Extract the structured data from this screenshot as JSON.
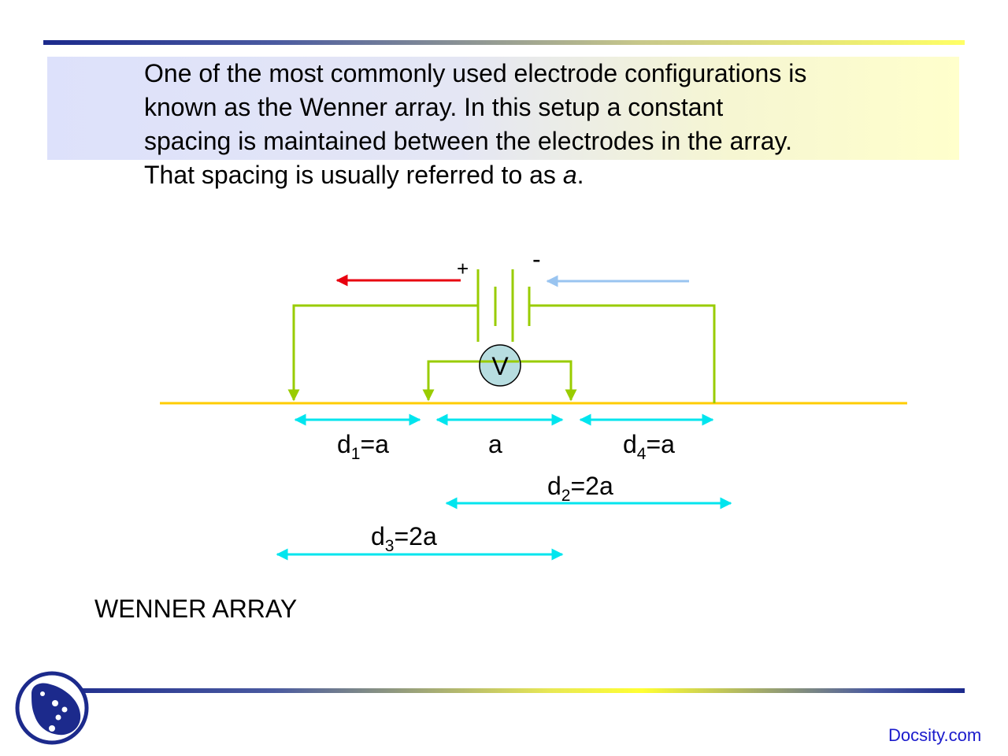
{
  "slide": {
    "body_line_1": "One of the most commonly used electrode configurations is",
    "body_line_2": "known as the Wenner array. In this setup a constant",
    "body_line_3": "spacing is maintained between the electrodes in the array.",
    "body_line_4_prefix": "That spacing is usually referred to as ",
    "body_line_4_italic": "a",
    "body_line_4_suffix": ".",
    "caption": "WENNER ARRAY"
  },
  "diagram": {
    "battery_plus": "+",
    "battery_minus": "-",
    "voltmeter_label": "V",
    "spacing_labels": {
      "d1_base": "d",
      "d1_sub": "1",
      "d1_tail": "=a",
      "center": "a",
      "d4_base": "d",
      "d4_sub": "4",
      "d4_tail": "=a",
      "d2_base": "d",
      "d2_sub": "2",
      "d2_tail": "=2a",
      "d3_base": "d",
      "d3_sub": "3",
      "d3_tail": "=2a"
    },
    "colors": {
      "ground_line": "#ffcc00",
      "circuit_wire": "#99cc00",
      "spacing_arrows": "#00e5ee",
      "current_out_arrow": "#e8000f",
      "current_in_arrow": "#99c4f0",
      "voltmeter_fill": "#b7dde0"
    }
  },
  "footer": {
    "brand": "Docsity.com"
  },
  "logo": {
    "icon": "docsity-logo-icon"
  }
}
